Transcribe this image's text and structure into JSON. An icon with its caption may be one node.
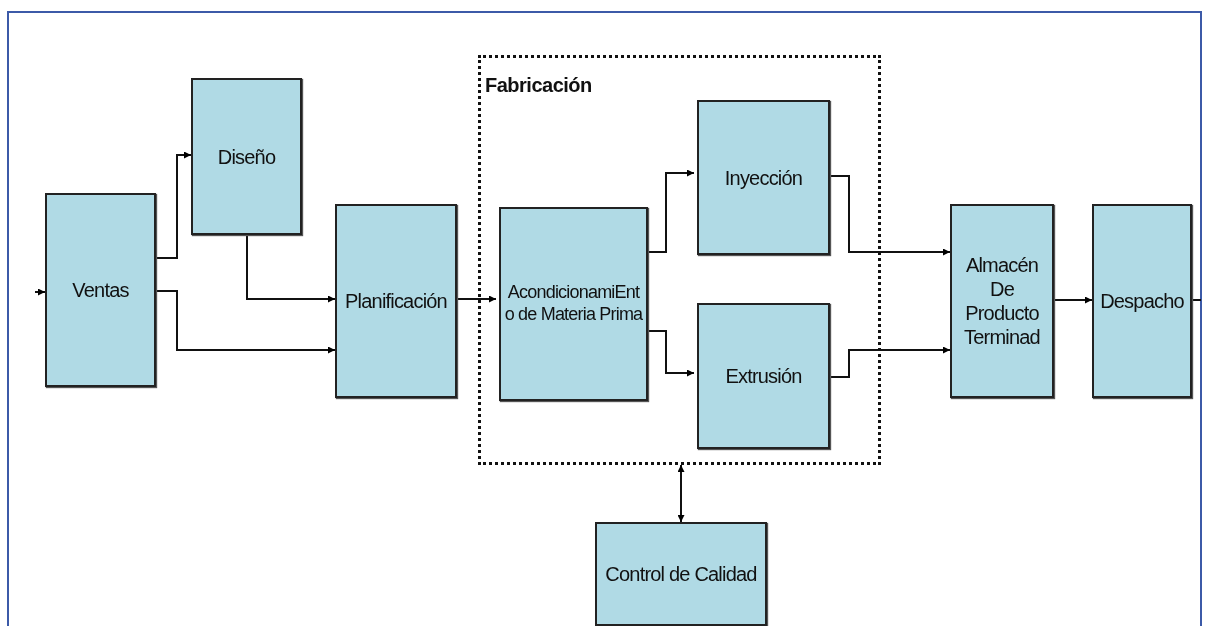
{
  "diagram": {
    "nodes": [
      {
        "text": [
          "Ventas"
        ]
      },
      {
        "text": [
          "Diseño"
        ]
      },
      {
        "text": [
          "Planificación"
        ]
      },
      {
        "text": [
          "Fabricación"
        ]
      },
      {
        "text": [
          "AcondicionamiEnto de Materia Prima"
        ],
        "in": 3
      },
      {
        "text": [
          "Inyección"
        ],
        "in": 3
      },
      {
        "text": [
          "Extrusión"
        ],
        "in": 3
      },
      {
        "text": [
          "Almacén De Producto Terminad"
        ]
      },
      {
        "text": [
          "Despacho"
        ]
      },
      {
        "text": [
          "Control de Calidad"
        ]
      }
    ],
    "edges": [
      {
        "from": null,
        "to": 0,
        "arrow": "to"
      },
      {
        "from": 0,
        "to": 1,
        "arrow": "to"
      },
      {
        "from": 1,
        "to": 2,
        "arrow": "to"
      },
      {
        "from": 0,
        "to": 2,
        "arrow": "to"
      },
      {
        "from": 2,
        "to": 4,
        "arrow": "to"
      },
      {
        "from": 4,
        "to": 5,
        "arrow": "to"
      },
      {
        "from": 4,
        "to": 6,
        "arrow": "to"
      },
      {
        "from": 5,
        "to": 7,
        "arrow": "to"
      },
      {
        "from": 6,
        "to": 7,
        "arrow": "to"
      },
      {
        "from": 7,
        "to": 8,
        "arrow": "to"
      },
      {
        "from": 8,
        "to": null,
        "arrow": "none"
      },
      {
        "from": 3,
        "to": 9,
        "arrow": "both"
      }
    ]
  }
}
